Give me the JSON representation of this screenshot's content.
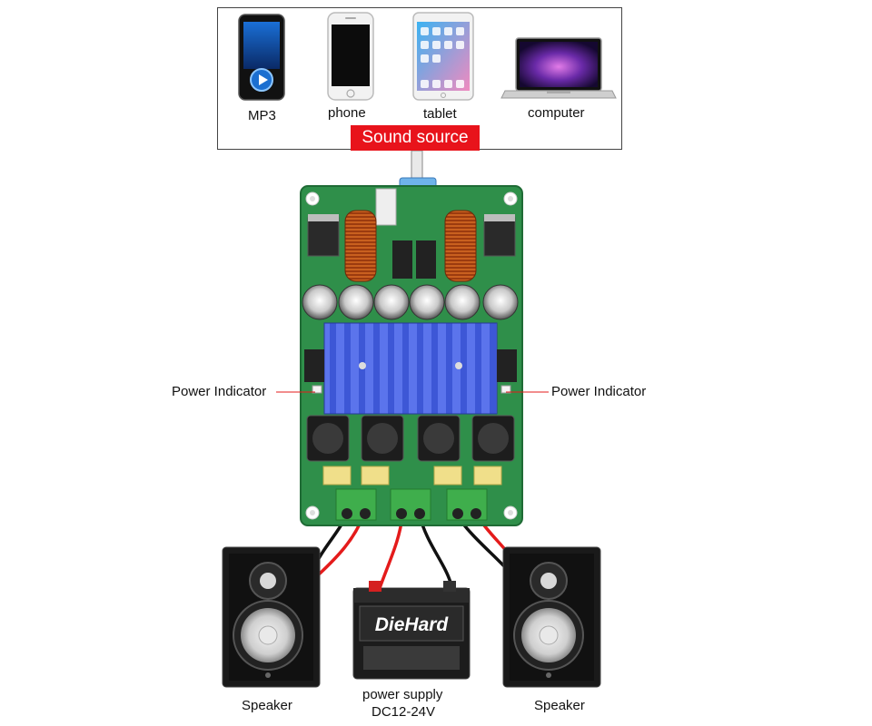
{
  "sources": [
    {
      "label": "MP3"
    },
    {
      "label": "phone"
    },
    {
      "label": "tablet"
    },
    {
      "label": "computer"
    }
  ],
  "sound_source_label": "Sound source",
  "indicator_left": "Power Indicator",
  "indicator_right": "Power Indicator",
  "speaker_left": "Speaker",
  "speaker_right": "Speaker",
  "power_supply_line1": "power supply",
  "power_supply_line2": "DC12-24V",
  "battery_brand": "DieHard",
  "colors": {
    "accent_red": "#e8131b",
    "pcb_green": "#2f8f4a",
    "heatsink_blue": "#3d57d6",
    "wire_red": "#e41b1b",
    "wire_black": "#111111"
  }
}
